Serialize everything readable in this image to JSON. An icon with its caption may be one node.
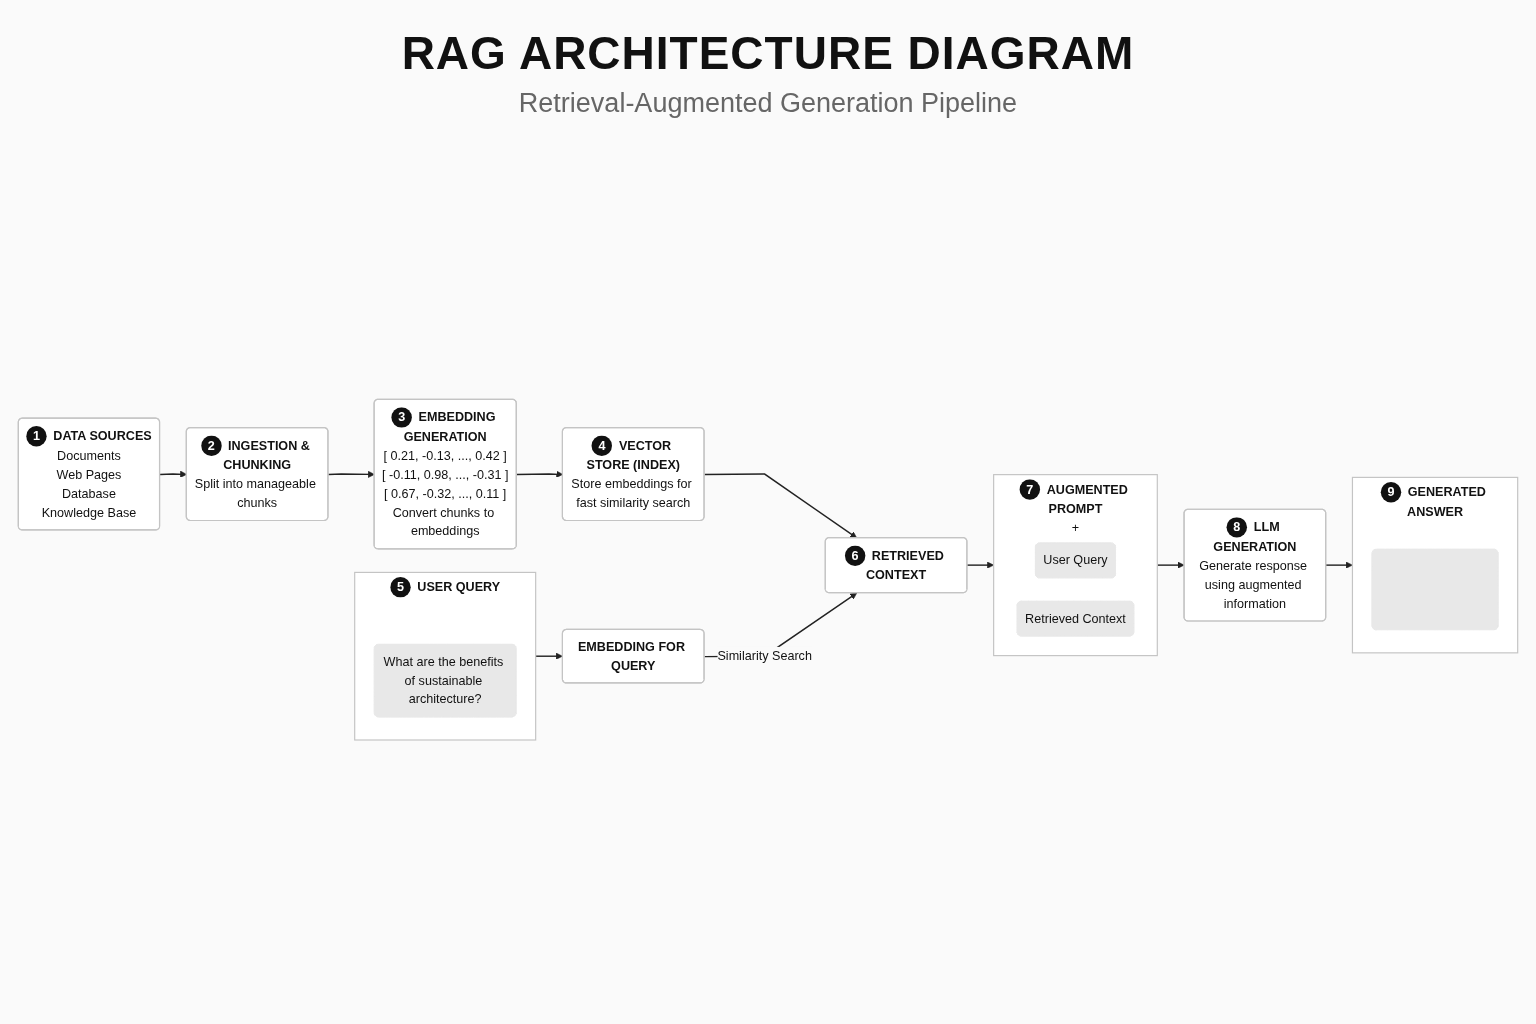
{
  "diagram": {
    "title": "RAG ARCHITECTURE DIAGRAM",
    "nodes": [
      {
        "text": [
          "1",
          "DATA SOURCES",
          "Documents",
          "Web Pages",
          "Database",
          "Knowledge Base"
        ]
      },
      {
        "text": [
          "2",
          "INGESTION & CHUNKING",
          "Split into manageable chunks"
        ]
      },
      {
        "text": [
          "3",
          "EMBEDDING GENERATION",
          "[ 0.21, -0.13, ..., 0.42 ]",
          "[ -0.11, 0.98, ..., -0.31 ]",
          "[ 0.67, -0.32, ..., 0.11 ]",
          "Convert chunks to embeddings"
        ]
      },
      {
        "text": [
          "4",
          "VECTOR STORE (INDEX)",
          "Store embeddings for fast similarity search"
        ]
      },
      {
        "text": [
          "5",
          "USER QUERY"
        ]
      },
      {
        "text": [
          "What are the benefits of sustainable architecture?"
        ],
        "in": 4
      },
      {
        "text": [
          "EMBEDDING FOR QUERY"
        ]
      },
      {
        "text": [
          "6",
          "RETRIEVED CONTEXT"
        ]
      },
      {
        "text": [
          "7",
          "AUGMENTED PROMPT",
          "+"
        ]
      },
      {
        "text": [
          "User Query"
        ],
        "in": 8
      },
      {
        "text": [
          "Retrieved Context"
        ],
        "in": 8
      },
      {
        "text": [
          "8",
          "LLM GENERATION",
          "Generate response using augmented information"
        ]
      },
      {
        "text": [
          "9",
          "GENERATED ANSWER"
        ]
      },
      {
        "text": [],
        "shape": "box",
        "in": 12
      }
    ],
    "edges": [
      {
        "from": 0,
        "to": 1,
        "arrow": "to"
      },
      {
        "from": 1,
        "to": 2,
        "arrow": "to"
      },
      {
        "from": 2,
        "to": 3,
        "arrow": "to"
      },
      {
        "from": 4,
        "to": 6,
        "arrow": "to"
      },
      {
        "from": 3,
        "to": 7,
        "arrow": "to"
      },
      {
        "from": 6,
        "to": 7,
        "arrow": "to",
        "label": "Similarity Search"
      },
      {
        "from": 7,
        "to": 8,
        "arrow": "to"
      },
      {
        "from": 8,
        "to": 11,
        "arrow": "to"
      },
      {
        "from": 11,
        "to": 12,
        "arrow": "to"
      }
    ],
    "labels": [
      "Retrieval-Augmented Generation Pipeline"
    ]
  }
}
